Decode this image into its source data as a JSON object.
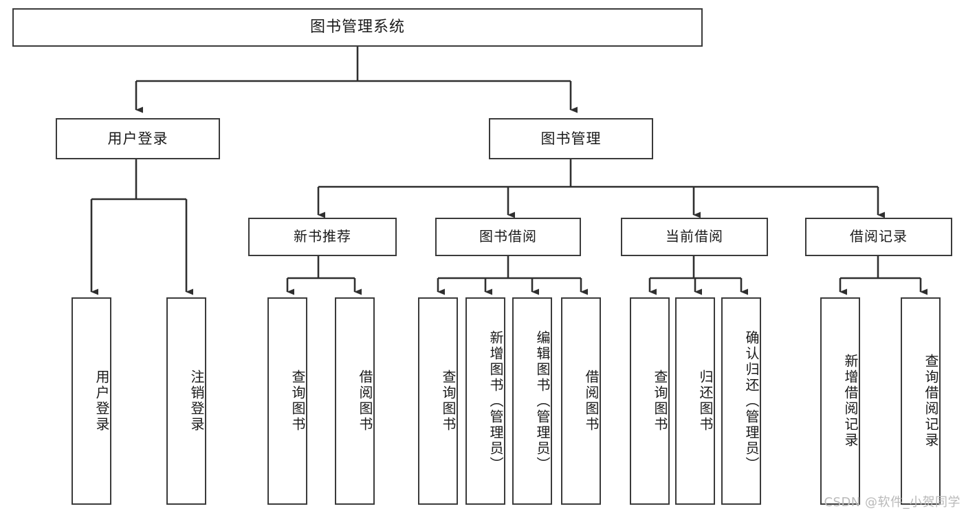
{
  "diagram": {
    "title": "图书管理系统",
    "type": "hierarchy-tree",
    "watermark": "CSDN @软件_小贺同学",
    "colors": {
      "background": "#ffffff",
      "box_border": "#3a3a3a",
      "box_fill": "#ffffff",
      "connector": "#2f2f2f",
      "text": "#1a1a1a",
      "watermark": "#b9b9b9"
    },
    "root": {
      "label": "图书管理系统"
    },
    "level1": [
      {
        "label": "用户登录"
      },
      {
        "label": "图书管理"
      }
    ],
    "level2": [
      {
        "label": "新书推荐"
      },
      {
        "label": "图书借阅"
      },
      {
        "label": "当前借阅"
      },
      {
        "label": "借阅记录"
      }
    ],
    "leaves": {
      "user_login": [
        {
          "label": "用户登录"
        },
        {
          "label": "注销登录"
        }
      ],
      "new_book_recommend": [
        {
          "label": "查询图书"
        },
        {
          "label": "借阅图书"
        }
      ],
      "book_borrow": [
        {
          "label": "查询图书"
        },
        {
          "label": "新增图书（管理员）"
        },
        {
          "label": "编辑图书（管理员）"
        },
        {
          "label": "借阅图书"
        }
      ],
      "current_borrow": [
        {
          "label": "查询图书"
        },
        {
          "label": "归还图书"
        },
        {
          "label": "确认归还（管理员）"
        }
      ],
      "borrow_record": [
        {
          "label": "新增借阅记录"
        },
        {
          "label": "查询借阅记录"
        }
      ]
    }
  }
}
